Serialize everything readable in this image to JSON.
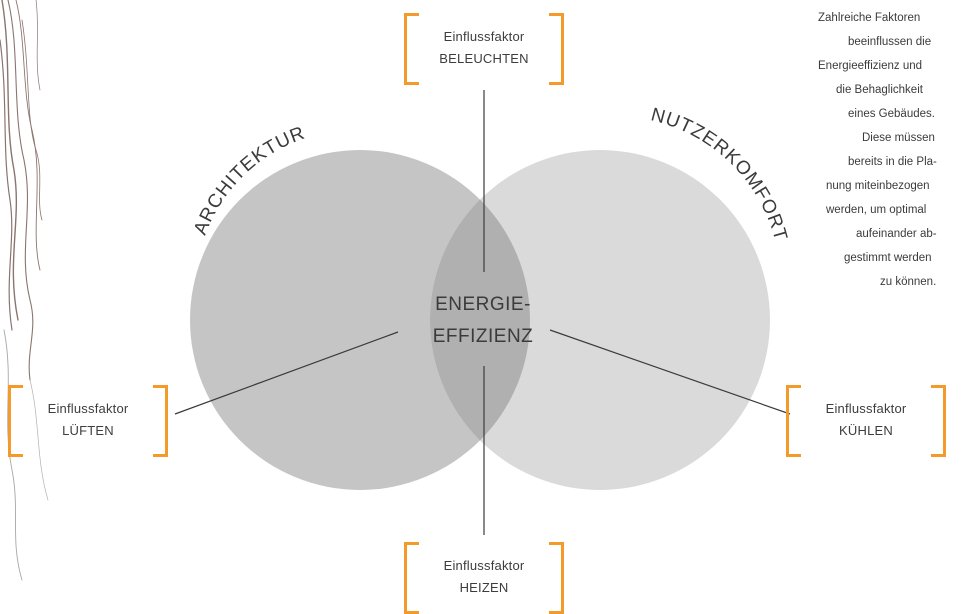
{
  "colors": {
    "accent": "#f39a2a",
    "circle_left": "#c5c5c5",
    "circle_right": "#dadada",
    "overlap": "#b0b0b0",
    "text": "#3b3b3b"
  },
  "diagram": {
    "left_circle_label": "ARCHITEKTUR",
    "right_circle_label": "NUTZERKOMFORT",
    "center_label": [
      "ENERGIE-",
      "EFFIZIENZ"
    ],
    "factors": {
      "top": {
        "line1": "Einflussfaktor",
        "line2": "BELEUCHTEN"
      },
      "left": {
        "line1": "Einflussfaktor",
        "line2": "LÜFTEN"
      },
      "right": {
        "line1": "Einflussfaktor",
        "line2": "KÜHLEN"
      },
      "bottom": {
        "line1": "Einflussfaktor",
        "line2": "HEIZEN"
      }
    }
  },
  "side_text": {
    "lines": [
      "Zahlreiche Faktoren",
      "beeinflussen die",
      "Energieeffizienz und",
      "die Behaglichkeit",
      "eines Gebäudes.",
      "Diese müssen",
      "bereits in die Pla-",
      "nung miteinbezogen",
      "werden, um optimal",
      "aufeinander ab-",
      "gestimmt werden",
      "zu können."
    ]
  }
}
